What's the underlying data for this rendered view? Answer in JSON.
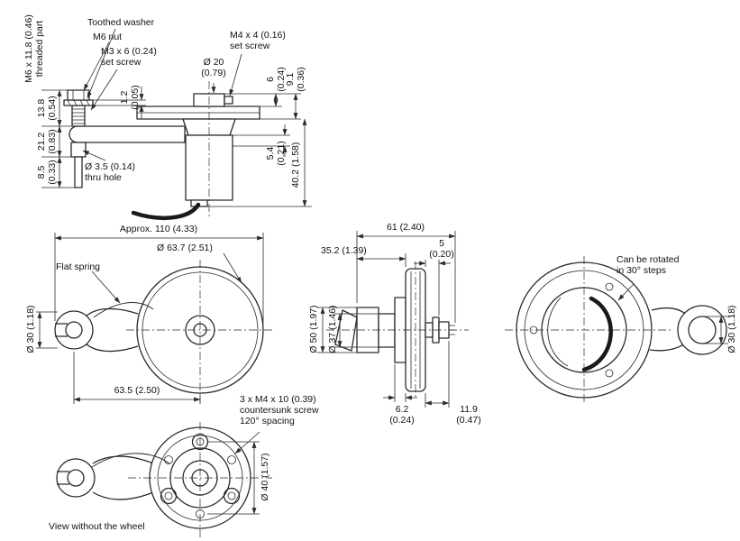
{
  "view_top": {
    "threaded_part": "M6 x 11.8 (0.46)\nthreaded part",
    "toothed_washer": "Toothed washer",
    "m6_nut": "M6 nut",
    "m3_set_screw": "M3 x 6 (0.24)\nset screw",
    "m4_set_screw": "M4 x 4 (0.16)\nset screw",
    "dia_20": "Ø 20\n(0.79)",
    "dim_1_2": "1.2\n(0.05)",
    "dim_6": "6\n(0.24)",
    "dim_9_1": "9.1\n(0.36)",
    "dim_13_8": "13.8\n(0.54)",
    "dim_21_2": "21.2\n(0.83)",
    "dim_8_5": "8.5\n(0.33)",
    "dim_5_4": "5.4\n(0.21)",
    "dim_40_2": "40.2 (1.58)",
    "thru_hole": "Ø 3.5 (0.14)\nthru hole"
  },
  "view_front": {
    "approx_width": "Approx. 110 (4.33)",
    "wheel_dia": "Ø 63.7 (2.51)",
    "flat_spring": "Flat spring",
    "fork_dia": "Ø 30 (1.18)",
    "center_dist": "63.5 (2.50)"
  },
  "view_side": {
    "dim_61": "61 (2.40)",
    "dim_35_2": "35.2 (1.39)",
    "dim_5": "5\n(0.20)",
    "dia_50": "Ø 50 (1.97)",
    "dia_37": "Ø 37 (1.46)",
    "dim_6_2": "6.2\n(0.24)",
    "dim_11_9": "11.9\n(0.47)"
  },
  "view_rear": {
    "rotation_note": "Can be rotated\nin 30° steps",
    "end_dia": "Ø 30 (1.18)"
  },
  "view_no_wheel": {
    "screw_note": "3 x M4 x 10 (0.39)\ncountersunk screw\n120° spacing",
    "bolt_circle_dia": "Ø 40 (1.57)",
    "caption": "View without the wheel"
  }
}
